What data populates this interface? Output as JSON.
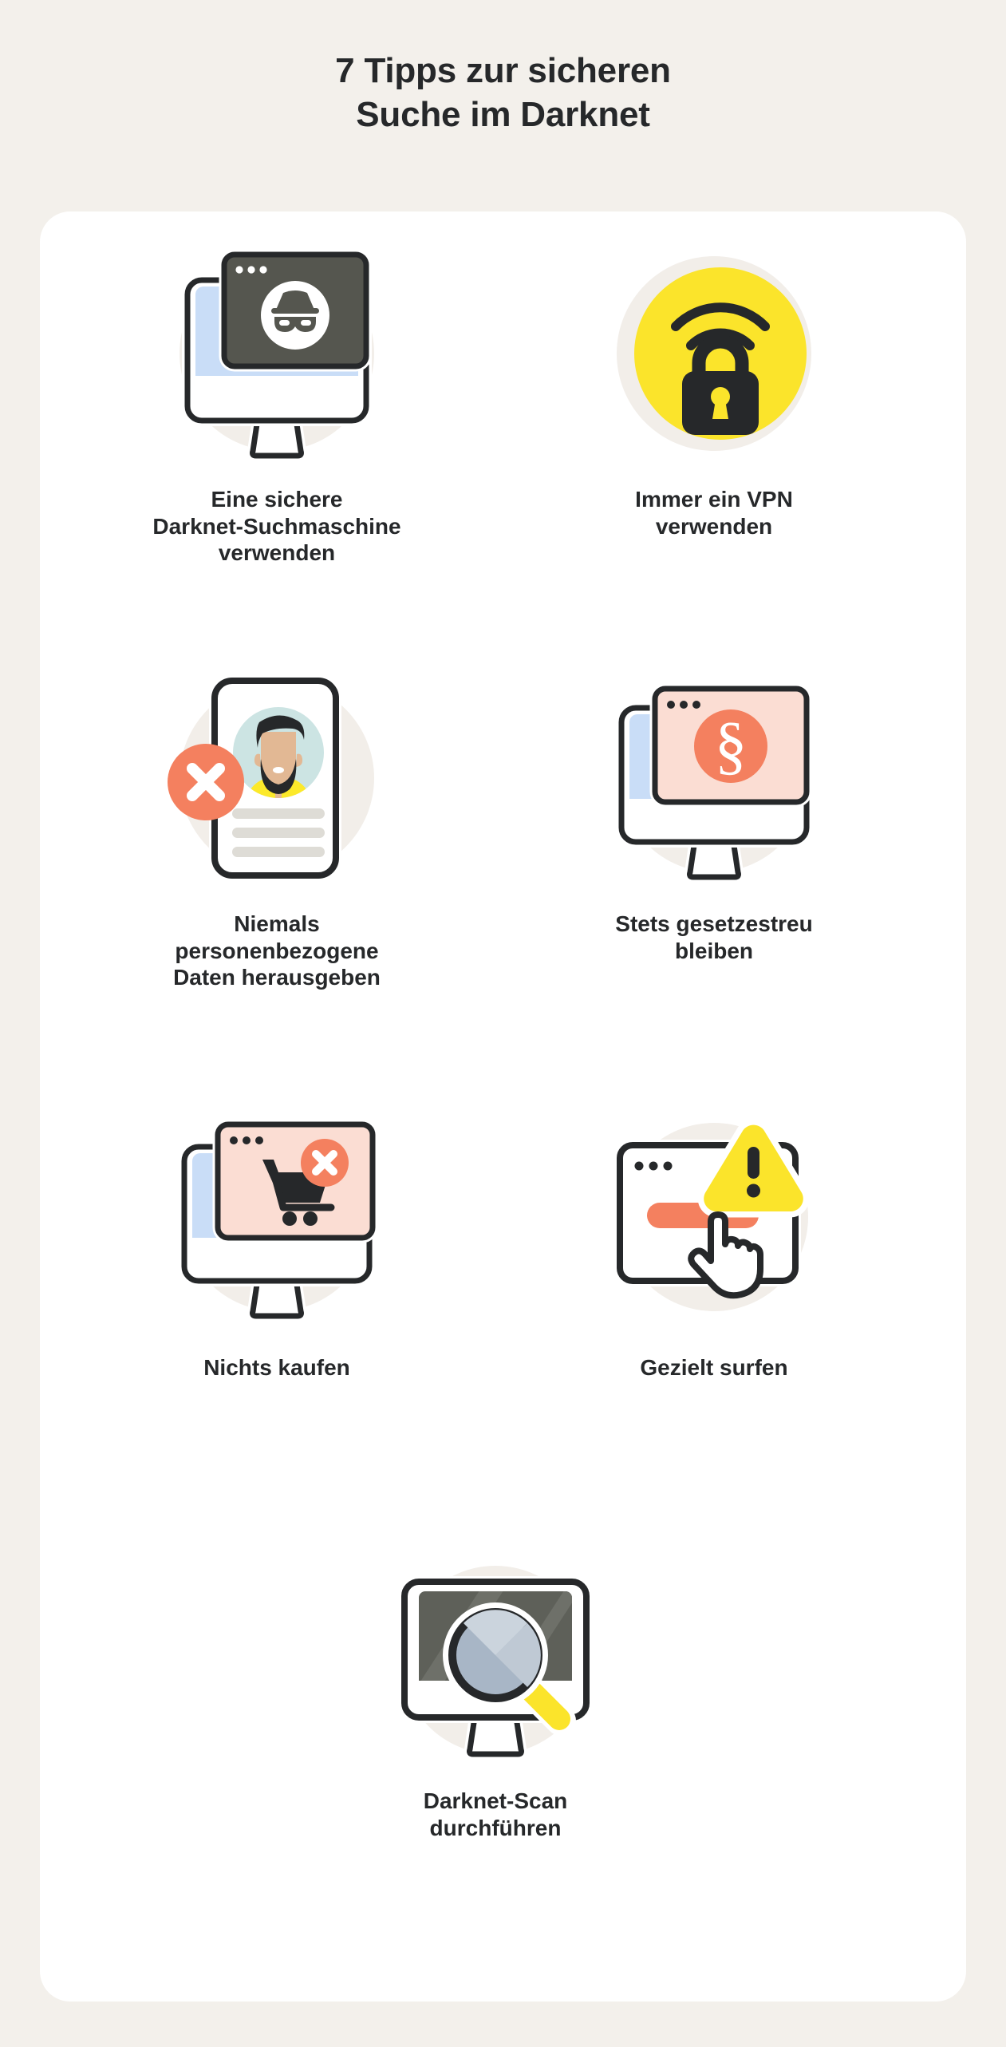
{
  "title": {
    "line1": "7 Tipps zur sicheren",
    "line2": "Suche im Darknet"
  },
  "colors": {
    "page_background": "#F3F0EB",
    "card_background": "#FFFFFF",
    "text": "#26282A",
    "accent_yellow": "#FBE42B",
    "accent_coral": "#F4805F",
    "accent_coral_light": "#FBDDD3",
    "screen_blue": "#C9DDF7",
    "icon_backdrop": "#F2EEE9",
    "dark_gray": "#55564F",
    "avatar_teal": "#CCE4E3",
    "avatar_yellow": "#FCE92A",
    "skin": "#E2B894",
    "lens_blue": "#A8B6C6"
  },
  "tips": [
    {
      "index": 1,
      "icon": "monitor-incognito-icon",
      "label": "Eine sichere\nDarknet-Suchmaschine\nverwenden"
    },
    {
      "index": 2,
      "icon": "vpn-lock-wifi-icon",
      "label": "Immer ein VPN\nverwenden"
    },
    {
      "index": 3,
      "icon": "id-card-blocked-icon",
      "label": "Niemals\npersonenbezogene\nDaten herausgeben"
    },
    {
      "index": 4,
      "icon": "monitor-law-section-icon",
      "label": "Stets gesetzestreu\nbleiben"
    },
    {
      "index": 5,
      "icon": "monitor-cart-blocked-icon",
      "label": "Nichts kaufen"
    },
    {
      "index": 6,
      "icon": "browser-warning-cursor-icon",
      "label": "Gezielt surfen"
    },
    {
      "index": 7,
      "icon": "monitor-magnifier-scan-icon",
      "label": "Darknet-Scan\ndurchführen"
    }
  ]
}
